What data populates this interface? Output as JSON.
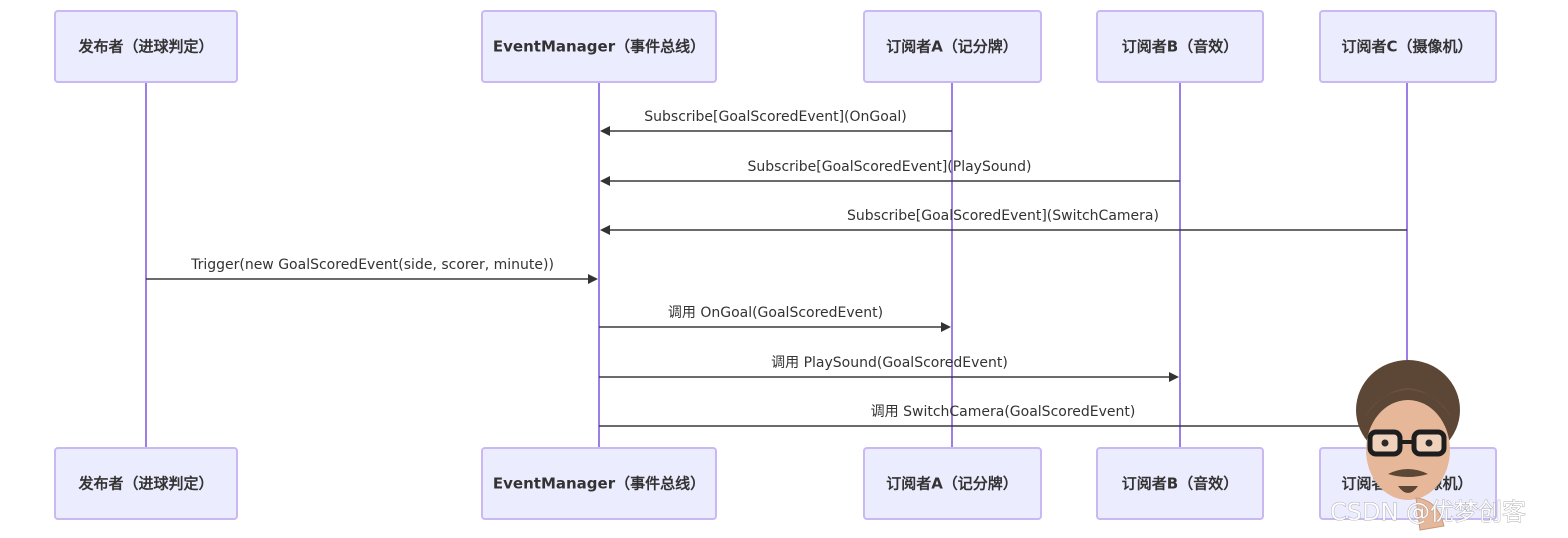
{
  "actors": [
    {
      "id": "publisher",
      "label": "发布者（进球判定）"
    },
    {
      "id": "event_manager",
      "label": "EventManager（事件总线）"
    },
    {
      "id": "subscriber_a",
      "label": "订阅者A（记分牌）"
    },
    {
      "id": "subscriber_b",
      "label": "订阅者B（音效）"
    },
    {
      "id": "subscriber_c",
      "label": "订阅者C（摄像机）"
    }
  ],
  "messages": [
    {
      "from": "subscriber_a",
      "to": "event_manager",
      "label": "Subscribe[GoalScoredEvent](OnGoal)"
    },
    {
      "from": "subscriber_b",
      "to": "event_manager",
      "label": "Subscribe[GoalScoredEvent](PlaySound)"
    },
    {
      "from": "subscriber_c",
      "to": "event_manager",
      "label": "Subscribe[GoalScoredEvent](SwitchCamera)"
    },
    {
      "from": "publisher",
      "to": "event_manager",
      "label": "Trigger(new GoalScoredEvent(side, scorer, minute))"
    },
    {
      "from": "event_manager",
      "to": "subscriber_a",
      "label": "调用 OnGoal(GoalScoredEvent)"
    },
    {
      "from": "event_manager",
      "to": "subscriber_b",
      "label": "调用 PlaySound(GoalScoredEvent)"
    },
    {
      "from": "event_manager",
      "to": "subscriber_c",
      "label": "调用 SwitchCamera(GoalScoredEvent)"
    }
  ],
  "watermark": {
    "text": "CSDN @优梦创客"
  },
  "colors": {
    "actor_fill": "#ececff",
    "actor_border": "#c9b8f2",
    "lifeline": "#9c7ee6",
    "message_line": "#3a3a3a"
  },
  "icons": [
    "avatar-illustration"
  ]
}
